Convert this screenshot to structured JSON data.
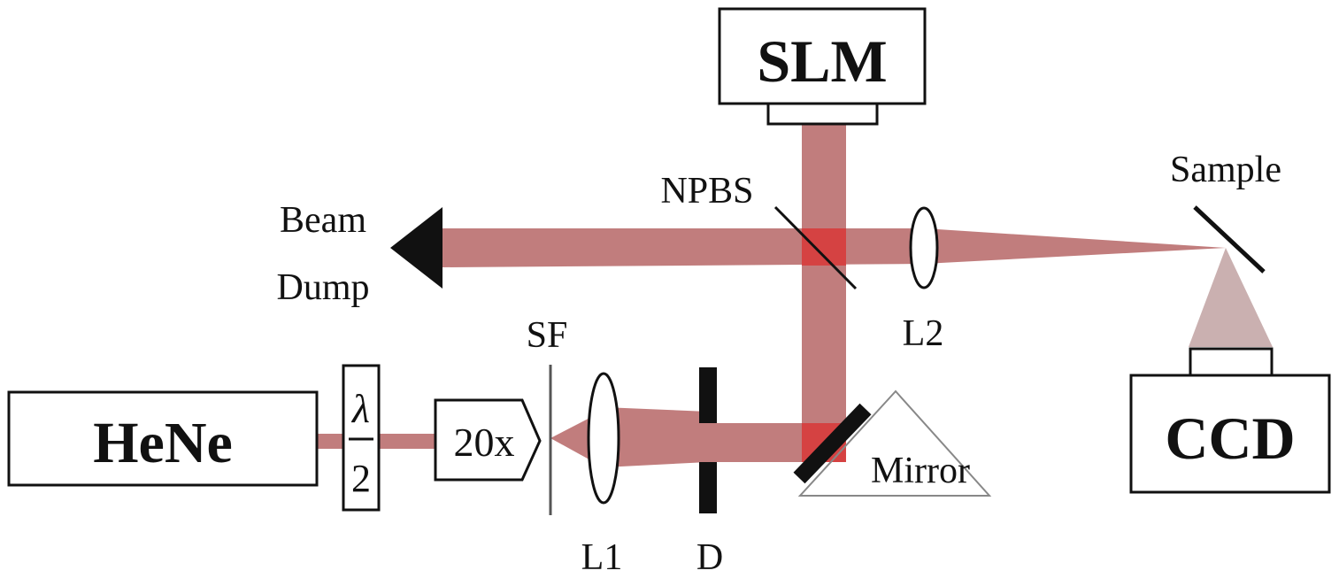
{
  "diagram": {
    "components": {
      "laser": "HeNe",
      "halfwave_numerator": "λ",
      "halfwave_denominator": "2",
      "objective": "20x",
      "slm": "SLM",
      "ccd": "CCD"
    },
    "labels": {
      "npbs": "NPBS",
      "sample": "Sample",
      "beam_dump_line1": "Beam",
      "beam_dump_line2": "Dump",
      "spatial_filter": "SF",
      "lens1": "L1",
      "lens2": "L2",
      "diaphragm": "D",
      "mirror": "Mirror"
    },
    "colors": {
      "beam": "#b86b6b",
      "beam_overlap": "#d93b3b",
      "scatter": "#c4a7a7",
      "outline": "#111111"
    }
  }
}
